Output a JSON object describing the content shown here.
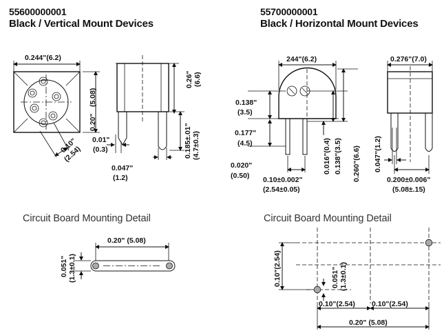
{
  "left": {
    "part_no": "55600000001",
    "title": "Black / Vertical Mount Devices",
    "dims": {
      "width_top": "0.244\"(6.2)",
      "pitch_vert_in": "0.20\"",
      "pitch_vert_mm": "(5.08)",
      "diag_in": "0.10\"",
      "diag_mm": "(2.54)",
      "height_in": "0.26\"",
      "height_mm": "(6.6)",
      "lead_len_in": "0.185±.01\"",
      "lead_len_mm": "(4.7±0.3)",
      "lead_th_in": "0.01\"",
      "lead_th_mm": "(0.3)",
      "lead_w_in": "0.047\"",
      "lead_w_mm": "(1.2)"
    },
    "detail_title": "Circuit Board Mounting Detail",
    "detail": {
      "span": "0.20\" (5.08)",
      "slot_in": "0.051\"",
      "slot_mm": "(1.3±0.1)"
    }
  },
  "right": {
    "part_no": "55700000001",
    "title": "Black / Horizontal Mount Devices",
    "dims": {
      "front_width": "244\"(6.2)",
      "side_width": "0.276\"(7.0)",
      "d1_in": "0.138\"",
      "d1_mm": "(3.5)",
      "d2_in": "0.177\"",
      "d2_mm": "(4.5)",
      "d3_in": "0.020\"",
      "d3_mm": "(0.50)",
      "pitch_in": "0.10±0.002\"",
      "pitch_mm": "(2.54±0.05)",
      "v1": "0.016\"(0.4)",
      "v2": "0.138\"(3.5)",
      "v3": "0.260\"(6.6)",
      "v4": "0.047\"(1.2)",
      "side_pitch_in": "0.200±0.006\"",
      "side_pitch_mm": "(5.08±.15)"
    },
    "detail_title": "Circuit Board Mounting Detail",
    "detail": {
      "vert": "0.10\"(2.54)",
      "hole_in": "0.051\"",
      "hole_mm": "(1.3±0.1)",
      "h1": "0.10\"(2.54)",
      "h2": "0.10\"(2.54)",
      "total": "0.20\" (5.08)"
    }
  }
}
